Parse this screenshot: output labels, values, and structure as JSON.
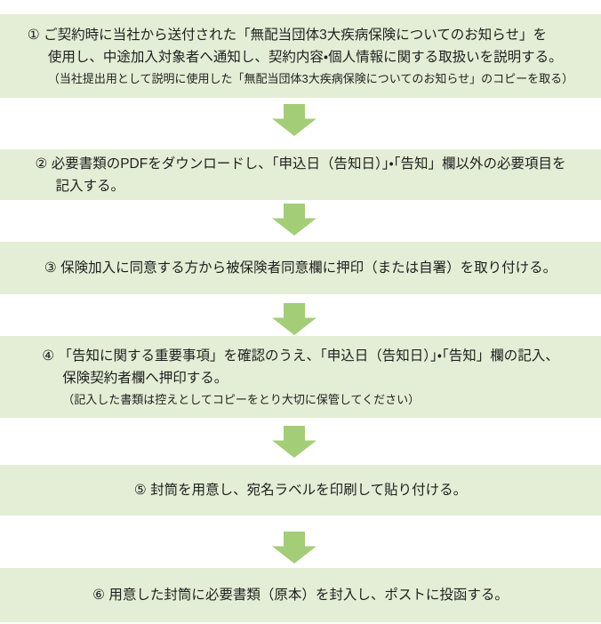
{
  "colors": {
    "box_bg": "#e4eed6",
    "arrow": "#a4cd78",
    "text": "#1f1f1f",
    "page_bg": "#ffffff"
  },
  "flow": {
    "arrow_icon": "down-arrow",
    "steps": [
      {
        "number": "①",
        "lines": [
          "① ご契約時に当社から送付された「無配当団体3大疾病保険についてのお知らせ」を",
          "使用し、中途加入対象者へ通知し、契約内容・個人情報に関する取扱いを説明する。"
        ],
        "note": "（当社提出用として説明に使用した「無配当団体3大疾病保険についてのお知らせ」のコピーを取る）"
      },
      {
        "number": "②",
        "lines": [
          "② 必要書類のPDFをダウンロードし、「申込日（告知日）」・「告知」欄以外の必要項目を",
          "記入する。"
        ]
      },
      {
        "number": "③",
        "lines": [
          "③ 保険加入に同意する方から被保険者同意欄に押印（または自署）を取り付ける。"
        ]
      },
      {
        "number": "④",
        "lines": [
          "④ 「告知に関する重要事項」を確認のうえ、「申込日（告知日）」・「告知」欄の記入、",
          "保険契約者欄へ押印する。"
        ],
        "note": "（記入した書類は控えとしてコピーをとり大切に保管してください）"
      },
      {
        "number": "⑤",
        "lines": [
          "⑤ 封筒を用意し、宛名ラベルを印刷して貼り付ける。"
        ]
      },
      {
        "number": "⑥",
        "lines": [
          "⑥ 用意した封筒に必要書類（原本）を封入し、ポストに投函する。"
        ]
      }
    ]
  }
}
